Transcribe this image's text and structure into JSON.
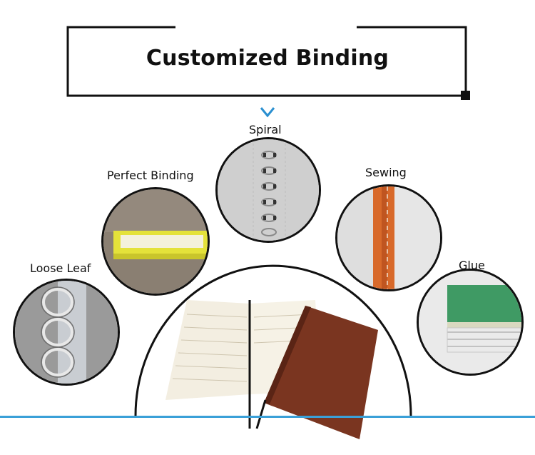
{
  "title": "Customized Binding",
  "labels": {
    "spiral": "Spiral",
    "perfect_binding": "Perfect Binding",
    "sewing": "Sewing",
    "loose_leaf": "Loose Leaf",
    "glue": "Glue"
  },
  "colors": {
    "accent_blue": "#3aa0d8",
    "frame": "#111111",
    "chevron": "#2a8fd0"
  },
  "icons": [
    "chevron-down-icon"
  ]
}
